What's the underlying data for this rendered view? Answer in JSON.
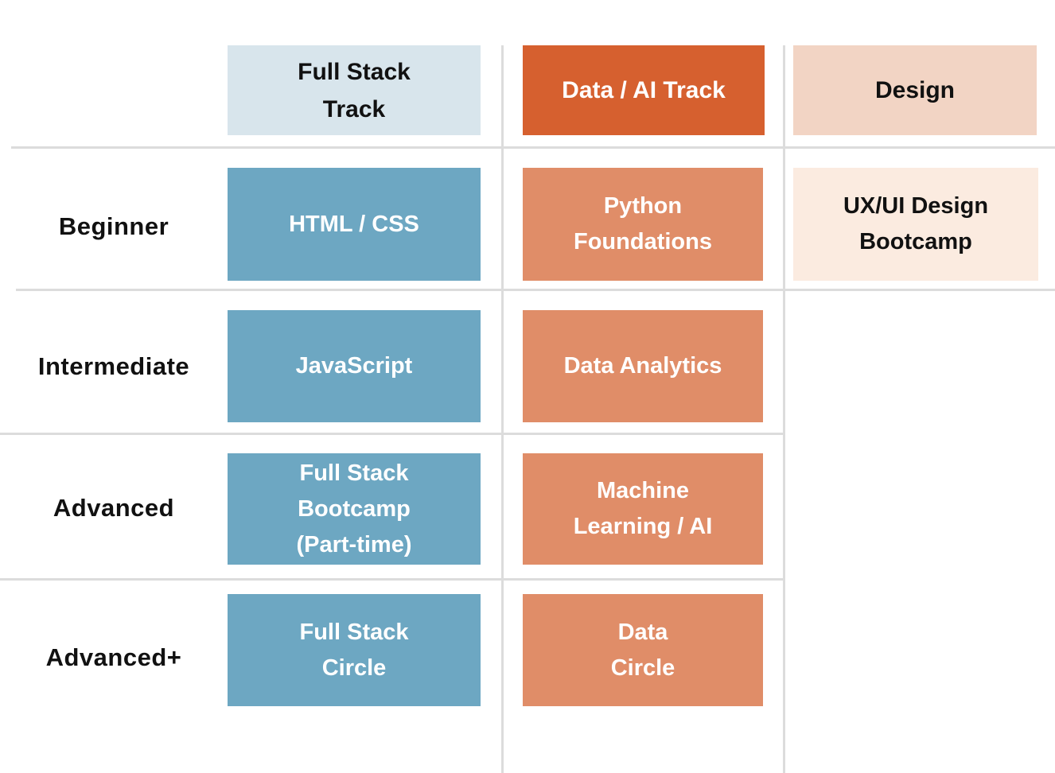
{
  "grid": {
    "header": [
      {
        "id": "fullstack",
        "label": "Full Stack\nTrack"
      },
      {
        "id": "data_ai",
        "label": "Data / AI Track"
      },
      {
        "id": "design",
        "label": "Design"
      }
    ],
    "rows": [
      {
        "level": "Beginner",
        "cells": {
          "fullstack": "HTML / CSS",
          "data_ai": "Python\nFoundations",
          "design": "UX/UI Design\nBootcamp"
        }
      },
      {
        "level": "Intermediate",
        "cells": {
          "fullstack": "JavaScript",
          "data_ai": "Data Analytics"
        }
      },
      {
        "level": "Advanced",
        "cells": {
          "fullstack": "Full Stack\nBootcamp\n(Part-time)",
          "data_ai": "Machine\nLearning / AI"
        }
      },
      {
        "level": "Advanced+",
        "cells": {
          "fullstack": "Full Stack\nCircle",
          "data_ai": "Data\nCircle"
        }
      }
    ]
  },
  "colors": {
    "fullstack_header_bg": "#D8E5EC",
    "fullstack_cell_bg": "#6DA7C2",
    "data_ai_header_bg": "#D6602F",
    "data_ai_cell_bg": "#E08D68",
    "design_header_bg": "#F2D4C4",
    "design_cell_bg": "#FBEBE0",
    "grid_line": "#DCDCDC",
    "dark_text": "#111111",
    "light_text": "#FFFFFF"
  }
}
